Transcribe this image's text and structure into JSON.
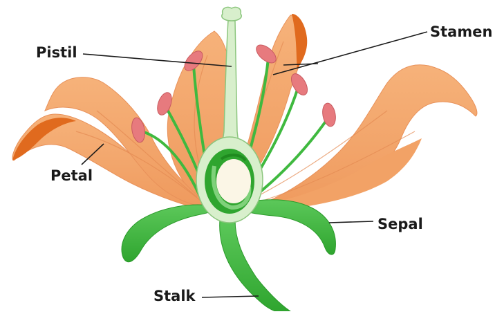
{
  "diagram": {
    "labels": {
      "pistil": "Pistil",
      "stamen": "Stamen",
      "petal": "Petal",
      "sepal": "Sepal",
      "stalk": "Stalk"
    },
    "colors": {
      "petal": "#f4a86c",
      "petal_edge": "#e06a1e",
      "petal_vein": "#e8915a",
      "green": "#3fb93f",
      "dark_green": "#2a9a2a",
      "light_green": "#d4ecc4",
      "anther": "#e77a7e",
      "ovule": "#fbf6e6",
      "leader": "#1a1a1a"
    }
  }
}
